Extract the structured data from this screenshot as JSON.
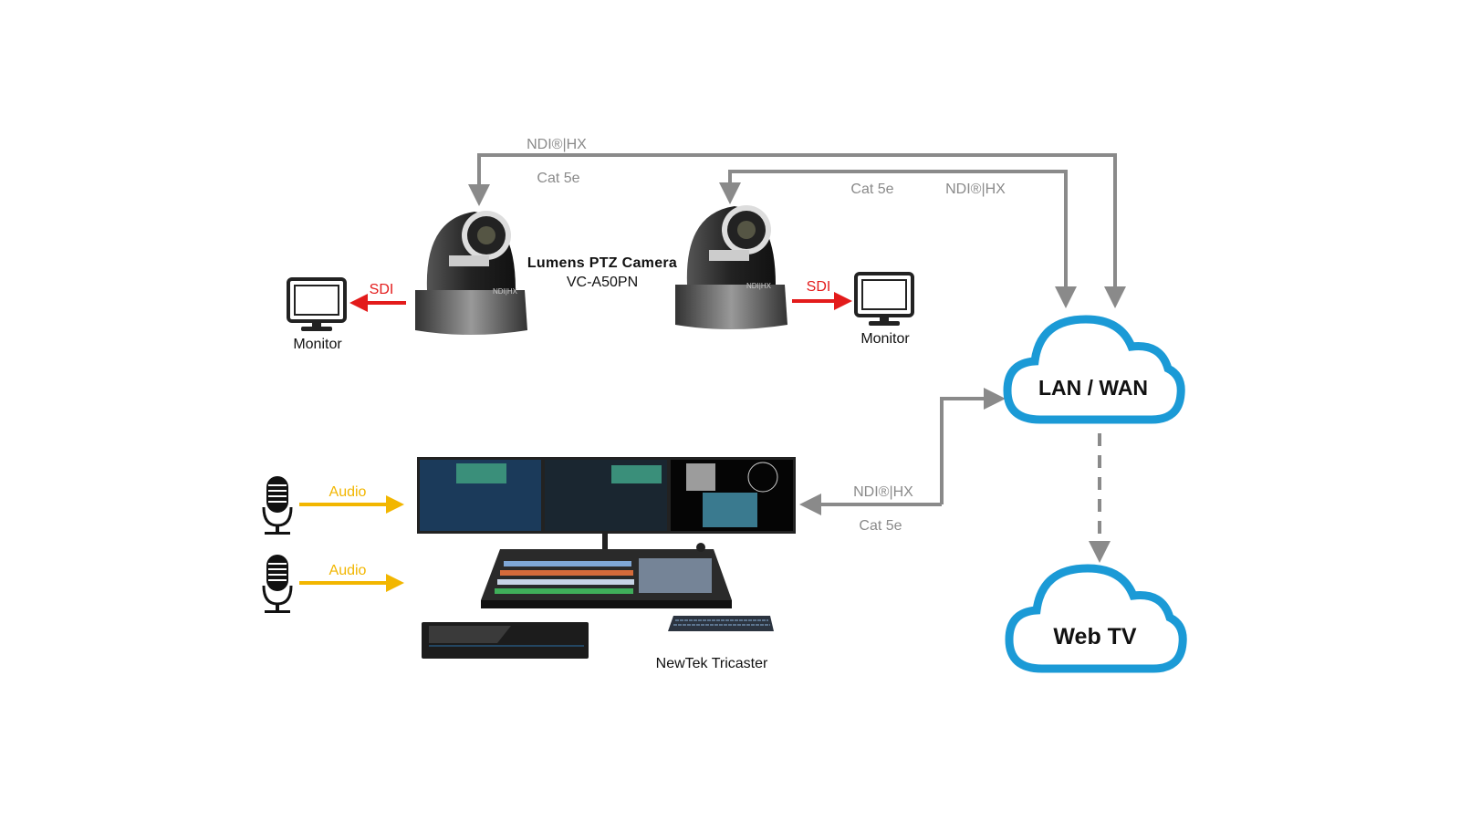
{
  "camera": {
    "name": "Lumens PTZ Camera",
    "model": "VC-A50PN",
    "badge": "NDI|HX"
  },
  "links": {
    "ndi_top_label": "NDI®|HX",
    "cat_top_label": "Cat 5e",
    "cat_cam2_label": "Cat 5e",
    "ndi_cam2_label": "NDI®|HX",
    "ndi_tricaster_label": "NDI®|HX",
    "cat_tricaster_label": "Cat 5e",
    "sdi_left_label": "SDI",
    "sdi_right_label": "SDI",
    "audio1_label": "Audio",
    "audio2_label": "Audio"
  },
  "monitors": [
    {
      "label": "Monitor"
    },
    {
      "label": "Monitor"
    }
  ],
  "clouds": {
    "network": "LAN / WAN",
    "webtv": "Web TV"
  },
  "tricaster": {
    "label": "NewTek Tricaster"
  },
  "colors": {
    "cable": "#8a8a8a",
    "sdi": "#e31b1b",
    "audio": "#f2b600",
    "cloud": "#1b9ad6"
  }
}
